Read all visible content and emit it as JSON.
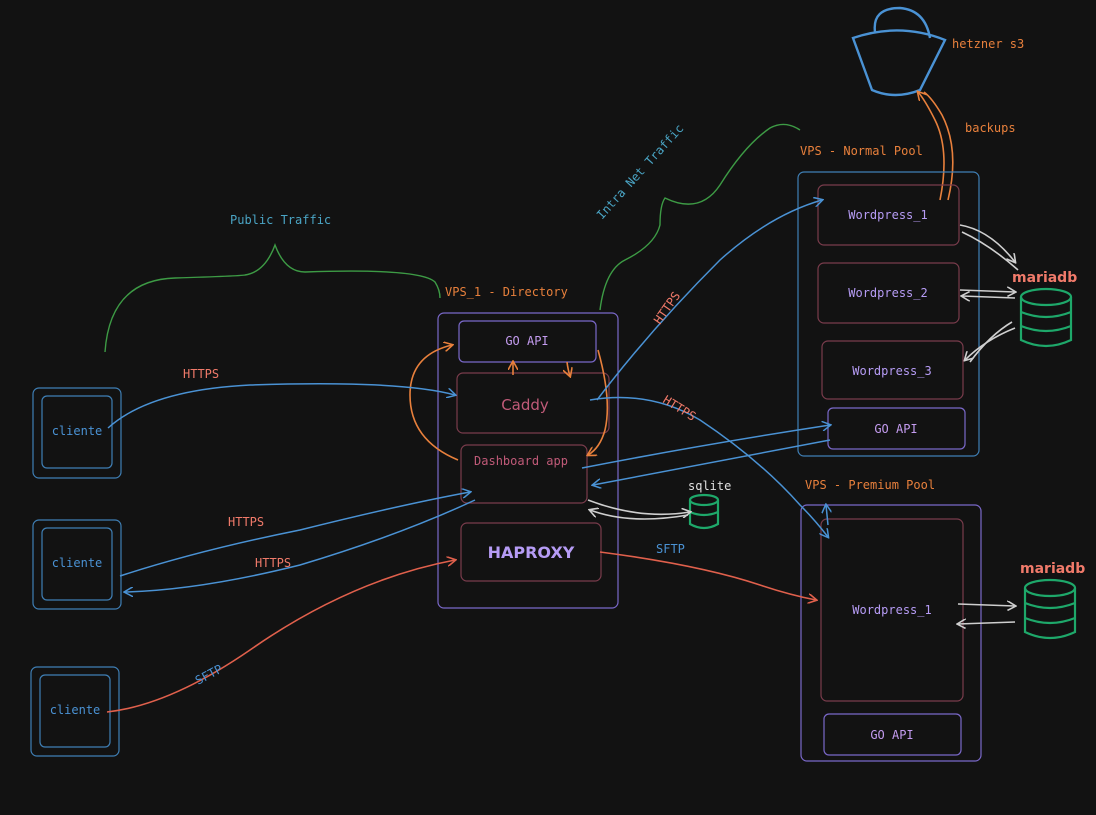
{
  "labels": {
    "public_traffic": "Public Traffic",
    "intranet_traffic": "Intra Net Traffic",
    "hetzner": "hetzner s3",
    "backups": "backups",
    "vps_directory": "VPS_1 - Directory",
    "vps_normal": "VPS - Normal Pool",
    "vps_premium": "VPS - Premium Pool"
  },
  "clients": [
    "cliente",
    "cliente",
    "cliente"
  ],
  "directory": {
    "go_api": "GO API",
    "caddy": "Caddy",
    "dashboard": "Dashboard app",
    "haproxy": "HAPROXY",
    "sqlite": "sqlite"
  },
  "normal_pool": {
    "wp1": "Wordpress_1",
    "wp2": "Wordpress_2",
    "wp3": "Wordpress_3",
    "go_api": "GO API",
    "db": "mariadb"
  },
  "premium_pool": {
    "wp1": "Wordpress_1",
    "go_api": "GO API",
    "db": "mariadb"
  },
  "edges": {
    "https_client1": "HTTPS",
    "https_client2_in": "HTTPS",
    "https_client2_out": "HTTPS",
    "sftp_client3": "SFTP",
    "https_caddy_wp": "HTTPS",
    "https_caddy_premium": "HTTPS",
    "sftp_haproxy": "SFTP"
  },
  "colors": {
    "background": "#121212",
    "blue": "#4a92d4",
    "purple": "#b69cf5",
    "orange": "#e8803c",
    "red": "#e0604c",
    "green": "#3d9b45",
    "teal": "#1ea86a"
  }
}
